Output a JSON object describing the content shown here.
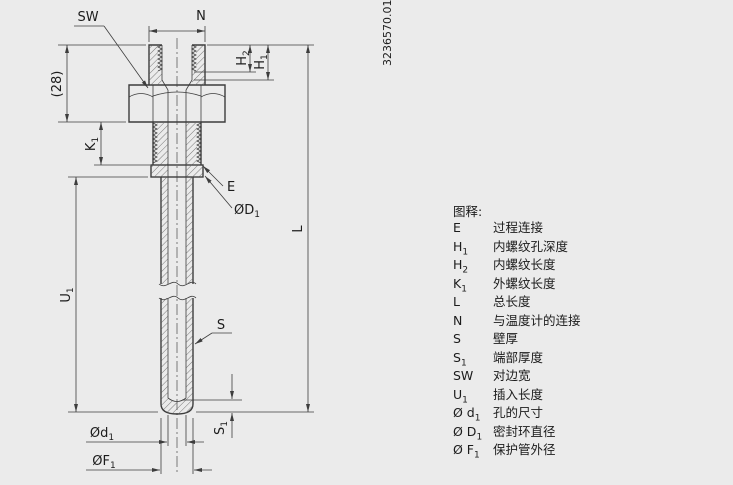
{
  "page": {
    "background": "#ebebeb",
    "line_color": "#3d3d3d"
  },
  "drawing": {
    "part_number": "3236570.01",
    "labels": {
      "sw": "SW",
      "n": "N",
      "h2": {
        "base": "H",
        "sub": "2"
      },
      "h1": {
        "base": "H",
        "sub": "1"
      },
      "hex_width": "(28)",
      "k1": {
        "base": "K",
        "sub": "1"
      },
      "e": "E",
      "big_d1": {
        "base": "ØD",
        "sub": "1"
      },
      "l": "L",
      "u1": {
        "base": "U",
        "sub": "1"
      },
      "s": "S",
      "small_d1": {
        "base": "Ød",
        "sub": "1"
      },
      "s1": {
        "base": "S",
        "sub": "1"
      },
      "f1": {
        "base": "ØF",
        "sub": "1"
      }
    }
  },
  "legend": {
    "title": "图释:",
    "items": [
      {
        "base": "E",
        "sub": "",
        "desc": "过程连接"
      },
      {
        "base": "H",
        "sub": "1",
        "desc": "内螺纹孔深度"
      },
      {
        "base": "H",
        "sub": "2",
        "desc": "内螺纹长度"
      },
      {
        "base": "K",
        "sub": "1",
        "desc": "外螺纹长度"
      },
      {
        "base": "L",
        "sub": "",
        "desc": "总长度"
      },
      {
        "base": "N",
        "sub": "",
        "desc": "与温度计的连接"
      },
      {
        "base": "S",
        "sub": "",
        "desc": "壁厚"
      },
      {
        "base": "S",
        "sub": "1",
        "desc": "端部厚度"
      },
      {
        "base": "SW",
        "sub": "",
        "desc": "对边宽"
      },
      {
        "base": "U",
        "sub": "1",
        "desc": "插入长度"
      },
      {
        "base": "Ø d",
        "sub": "1",
        "desc": "孔的尺寸"
      },
      {
        "base": "Ø D",
        "sub": "1",
        "desc": "密封环直径"
      },
      {
        "base": "Ø F",
        "sub": "1",
        "desc": "保护管外径"
      }
    ]
  }
}
